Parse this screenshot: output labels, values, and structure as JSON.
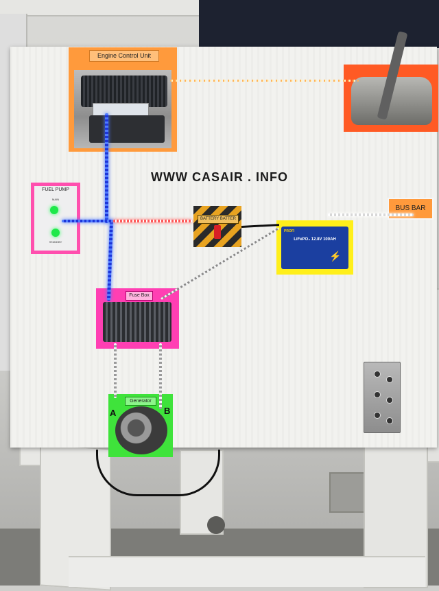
{
  "board": {
    "title": "WWW CASAIR . INFO"
  },
  "panels": {
    "ecu": {
      "label": "Engine Control Unit"
    },
    "fuel_pump": {
      "label": "FUEL PUMP",
      "switch_top": "MAIN",
      "switch_bottom": "STANDBY"
    },
    "battery_switch": {
      "label": "BATTERY BATTER"
    },
    "lipo_battery": {
      "brand": "PROFI",
      "text": "LiFePO₄  12.8V 100AH"
    },
    "bus_bar": {
      "label": "BUS BAR"
    },
    "fuse_box": {
      "label": "Fuse Box"
    },
    "generator": {
      "label": "Generator",
      "terminal_a": "A",
      "terminal_b": "B"
    }
  },
  "colors": {
    "led_blue": "#4f7bff",
    "led_red": "#ff5a5a",
    "orange_card": "#ff9a3c",
    "pink_card": "#ff3fb3",
    "green_card": "#3fe33b",
    "yellow_card": "#ffef1a"
  }
}
